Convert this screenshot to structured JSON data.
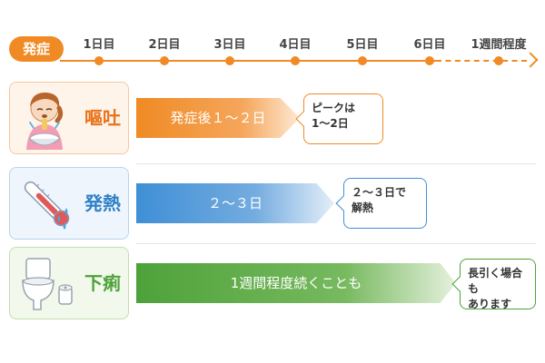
{
  "timeline": {
    "onset_label": "発症",
    "ticks": [
      "1日目",
      "2日目",
      "3日目",
      "4日目",
      "5日目",
      "6日目",
      "1週間程度"
    ]
  },
  "rows": [
    {
      "symptom": "嘔吐",
      "icon": "vomiting-person-icon",
      "bar_text": "発症後１～２日",
      "note": "ピークは\n1～2日",
      "color": "#f08a24"
    },
    {
      "symptom": "発熱",
      "icon": "thermometer-icon",
      "bar_text": "２～３日",
      "note": "２～３日で\n解熱",
      "color": "#3f8fd6"
    },
    {
      "symptom": "下痢",
      "icon": "toilet-icon",
      "bar_text": "1週間程度続くことも",
      "note": "長引く場合も\nあります",
      "color": "#4ea23a"
    }
  ]
}
